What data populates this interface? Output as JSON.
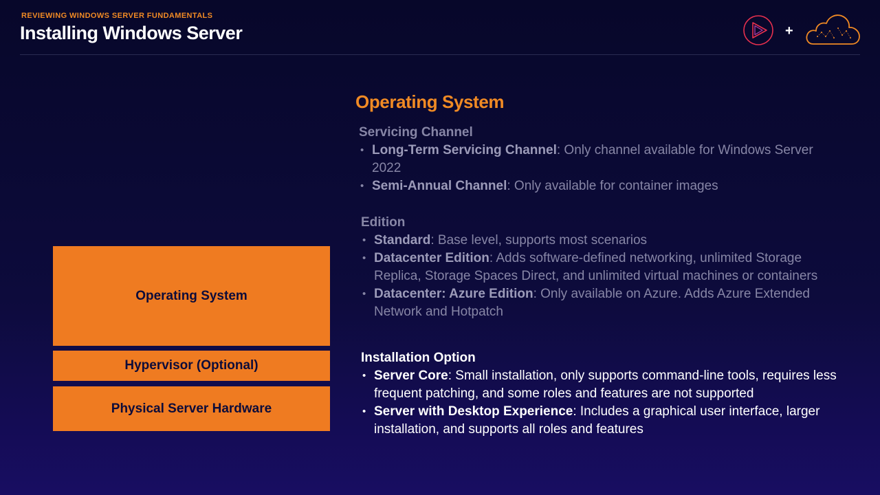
{
  "header": {
    "eyebrow": "REVIEWING WINDOWS SERVER FUNDAMENTALS",
    "title": "Installing Windows Server",
    "plus": "+"
  },
  "stack": {
    "operating_system": "Operating System",
    "hypervisor": "Hypervisor (Optional)",
    "hardware": "Physical Server Hardware"
  },
  "panel": {
    "heading": "Operating System",
    "servicing": {
      "title": "Servicing Channel",
      "items": [
        {
          "term": "Long-Term Servicing Channel",
          "desc": ": Only channel available for Windows Server 2022"
        },
        {
          "term": "Semi-Annual Channel",
          "desc": ": Only available for container images"
        }
      ]
    },
    "edition": {
      "title": "Edition",
      "items": [
        {
          "term": "Standard",
          "desc": ": Base level, supports most scenarios"
        },
        {
          "term": "Datacenter Edition",
          "desc": ": Adds software-defined networking, unlimited Storage Replica, Storage Spaces Direct, and unlimited virtual machines or containers"
        },
        {
          "term": "Datacenter: Azure Edition",
          "desc": ": Only available on Azure. Adds Azure Extended Network and Hotpatch"
        }
      ]
    },
    "installation": {
      "title": "Installation Option",
      "items": [
        {
          "term": "Server Core",
          "desc": ": Small installation, only supports command-line tools, requires less frequent patching, and some roles and features are not supported"
        },
        {
          "term": "Server with Desktop Experience",
          "desc": ": Includes a graphical user interface, larger installation, and supports all roles and features"
        }
      ]
    }
  },
  "colors": {
    "accent": "#ef7b21",
    "background": "#0d0b3c",
    "dim_text": "#8786a6",
    "logo_red": "#e7304e"
  },
  "icons": {
    "play_logo": "play-circle-logo-icon",
    "cloud_logo": "cloud-constellation-logo-icon"
  }
}
